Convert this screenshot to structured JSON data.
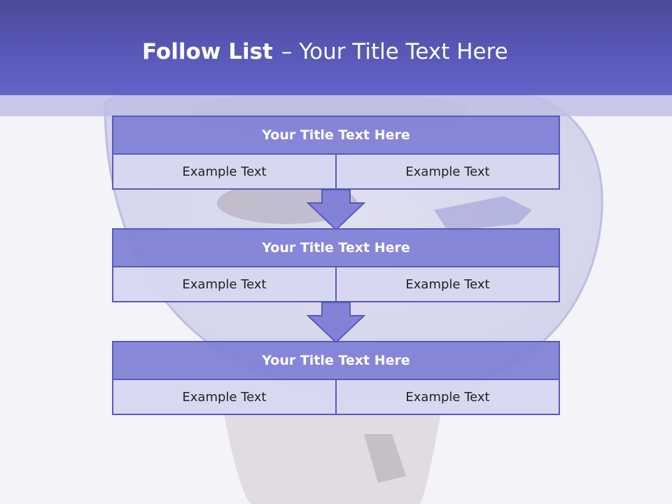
{
  "slide": {
    "title_bold": "Follow List",
    "title_dash": "–",
    "title_rest": "Your Title Text Here"
  },
  "blocks": [
    {
      "title": "Your Title Text Here",
      "cells": [
        "Example Text",
        "Example Text"
      ]
    },
    {
      "title": "Your Title Text Here",
      "cells": [
        "Example Text",
        "Example Text"
      ]
    },
    {
      "title": "Your Title Text Here",
      "cells": [
        "Example Text",
        "Example Text"
      ]
    }
  ],
  "colors": {
    "header": "#5858b8",
    "block_title_fill": "#8282d7",
    "cell_fill": "#d6d6f0",
    "border": "#5a5ab8"
  }
}
